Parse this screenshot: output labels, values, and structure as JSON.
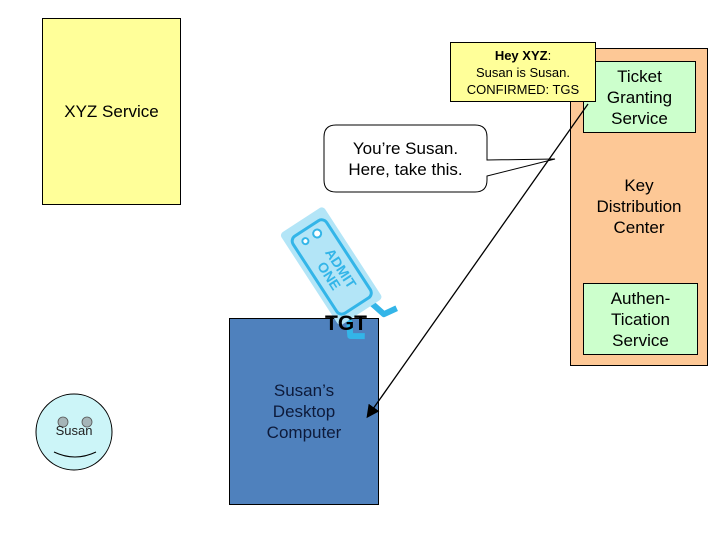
{
  "xyz_service": {
    "label": "XYZ Service"
  },
  "note": {
    "greeting": "Hey XYZ",
    "greeting_suffix": ":",
    "line2": "Susan is Susan.",
    "line3": "CONFIRMED: TGS"
  },
  "kdc": {
    "label_lines": [
      "Key",
      "Distribution",
      "Center"
    ],
    "tgs_lines": [
      "Ticket",
      "Granting",
      "Service"
    ],
    "as_lines": [
      "Authen-",
      "Tication",
      "Service"
    ]
  },
  "speech_bubble": {
    "lines": [
      "You’re Susan.",
      "Here, take this."
    ]
  },
  "ticket": {
    "text_lines": [
      "ADMIT",
      "ONE"
    ],
    "label": "TGT"
  },
  "desktop": {
    "lines": [
      "Susan’s",
      "Desktop",
      "Computer"
    ]
  },
  "user": {
    "label": "Susan"
  },
  "colors": {
    "xyz_fill": "#ffff99",
    "kdc_fill": "#fdc896",
    "service_fill": "#ccffcc",
    "desktop_fill": "#4f81bd",
    "face_fill": "#ccf5f8",
    "ticket_fill": "#b3e5f7",
    "ticket_stroke": "#33b5e8"
  }
}
